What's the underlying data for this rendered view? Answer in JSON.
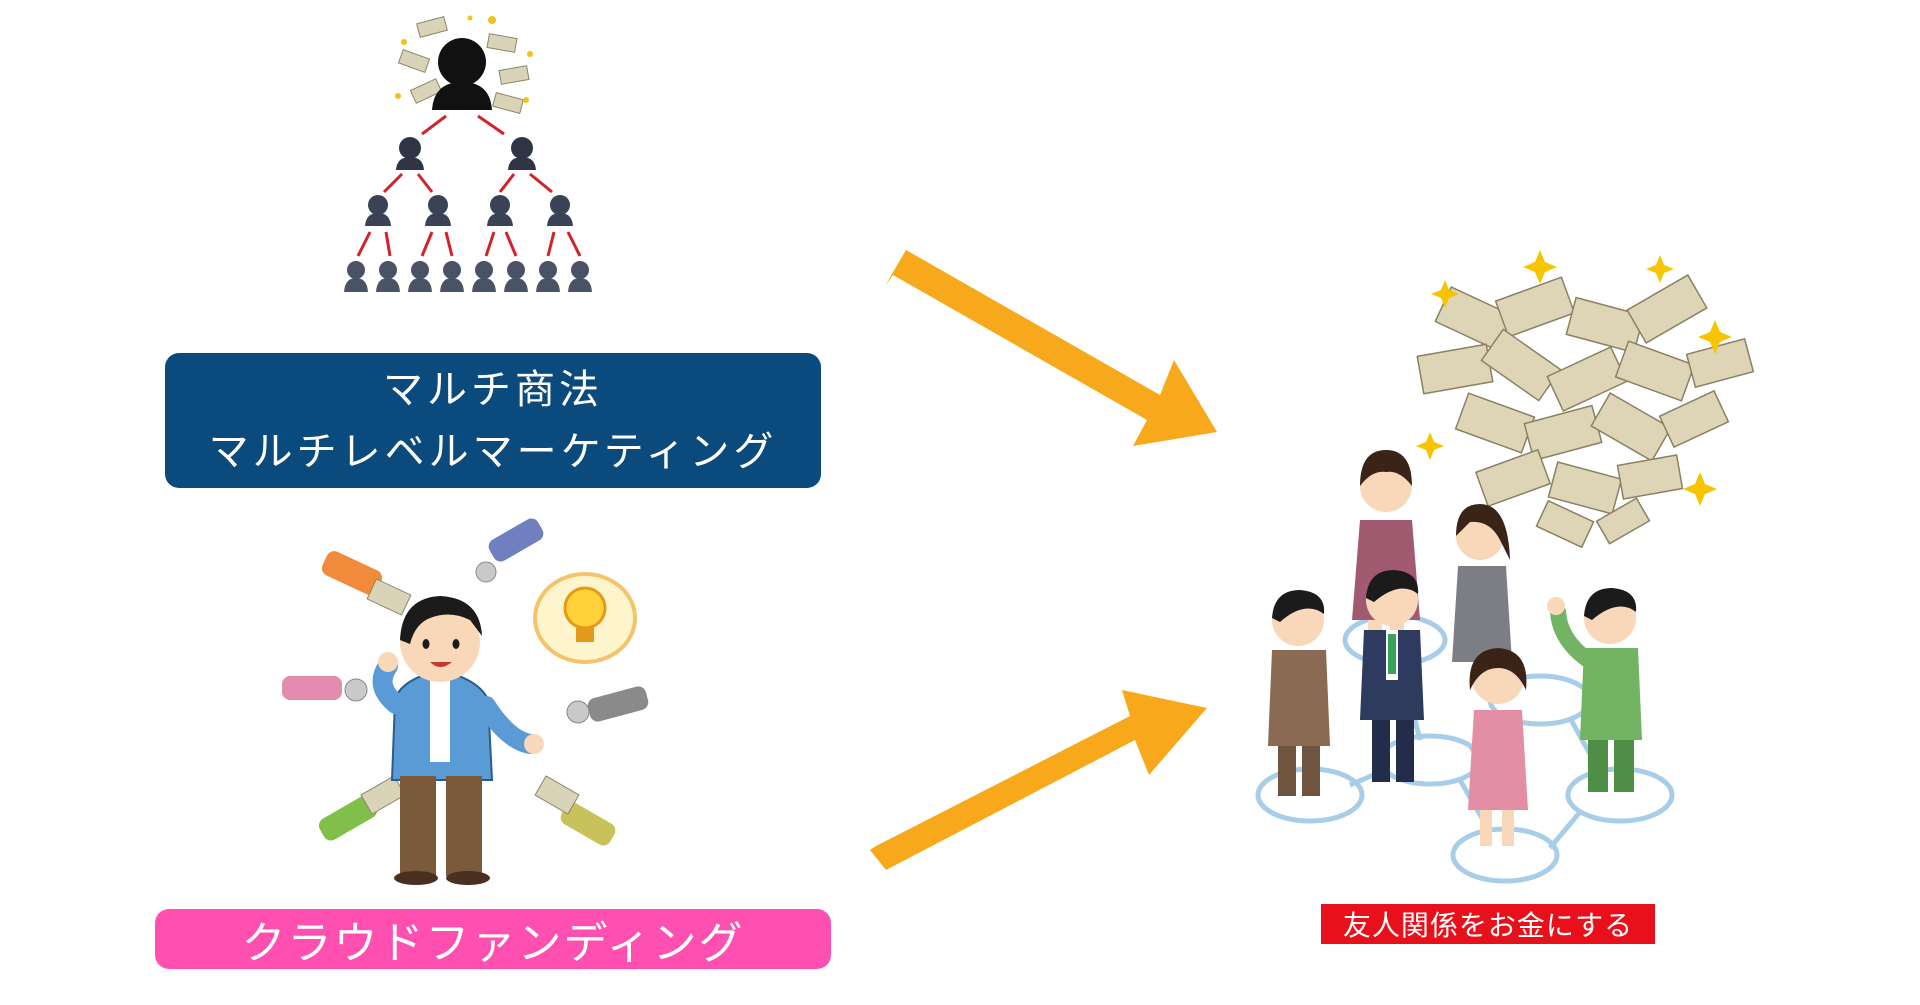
{
  "labels": {
    "mlm_line1": "マルチ商法",
    "mlm_line2": "マルチレベルマーケティング",
    "crowdfunding": "クラウドファンディング",
    "friendship_money": "友人関係をお金にする"
  },
  "colors": {
    "mlm_box": "#0a4a7d",
    "crowdfunding_box": "#ff4fb1",
    "friendship_box": "#e8111b",
    "arrow": "#f7a81b"
  },
  "icons": [
    "pyramid-scheme-icon",
    "crowdfunding-person-icon",
    "networking-people-icon",
    "money-cloud-icon"
  ]
}
